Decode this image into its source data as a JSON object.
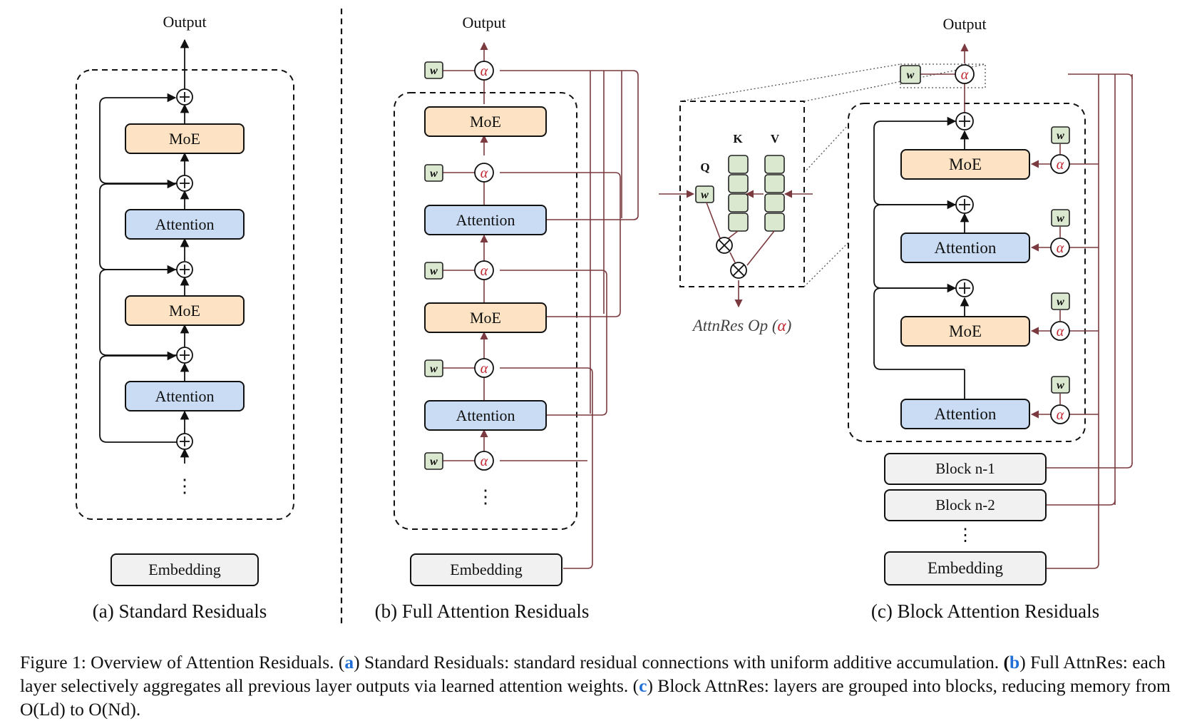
{
  "labels": {
    "output": "Output",
    "moe": "MoE",
    "attention": "Attention",
    "embedding": "Embedding",
    "block_n1": "Block n-1",
    "block_n2": "Block n-2",
    "w": "w",
    "alpha": "α",
    "q": "Q",
    "k": "K",
    "v": "V",
    "op_label_prefix": "AttnRes Op (",
    "op_label_suffix": ")",
    "ellipsis": "⋮"
  },
  "panels": {
    "a": "(a) Standard Residuals",
    "b": "(b) Full Attention Residuals",
    "c": "(c) Block Attention Residuals"
  },
  "caption": {
    "prefix": "Figure 1: Overview of Attention Residuals. (",
    "a_letter": "a",
    "a_text": ") Standard Residuals: standard residual connections with uniform additive accumulation.",
    "b_open": "(",
    "b_letter": "b",
    "b_text": ") Full AttnRes: each layer selectively aggregates all previous layer outputs via learned attention weights. (",
    "c_letter": "c",
    "c_text": ") Block AttnRes: layers are grouped into blocks, reducing memory from O(Ld) to O(Nd)."
  },
  "colors": {
    "moe": "#fde3c4",
    "attention": "#c9dcf4",
    "embedding": "#f1f1f1",
    "weight": "#d9e8cf",
    "residual_line": "#7a3a3f",
    "alpha": "#c0262f",
    "caption_letter": "#1f6fd6"
  }
}
